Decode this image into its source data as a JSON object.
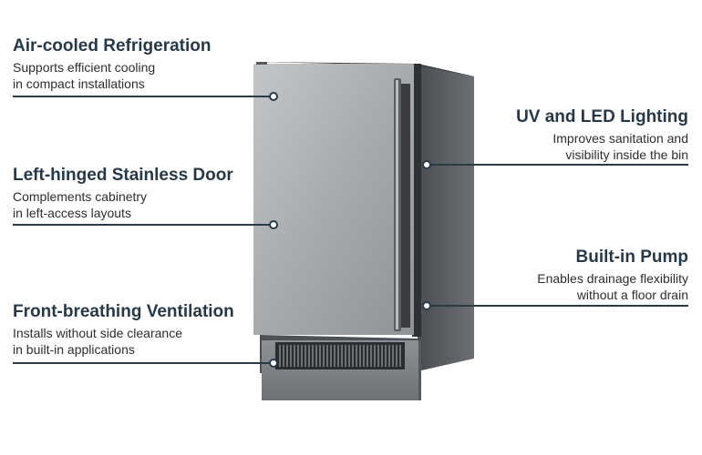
{
  "features": {
    "air_cooled": {
      "title": "Air-cooled Refrigeration",
      "line1": "Supports efficient cooling",
      "line2": "in compact installations"
    },
    "left_hinged": {
      "title": "Left-hinged Stainless Door",
      "line1": "Complements cabinetry",
      "line2": "in left-access layouts"
    },
    "ventilation": {
      "title": "Front-breathing Ventilation",
      "line1": "Installs without side clearance",
      "line2": "in built-in applications"
    },
    "lighting": {
      "title": "UV and LED Lighting",
      "line1": "Improves sanitation and",
      "line2": "visibility inside the bin"
    },
    "pump": {
      "title": "Built-in Pump",
      "line1": "Enables drainage flexibility",
      "line2": "without a floor drain"
    }
  },
  "colors": {
    "accent_line": "#2b3a47",
    "title_text": "#273947",
    "body_text": "#2e2e2e"
  }
}
